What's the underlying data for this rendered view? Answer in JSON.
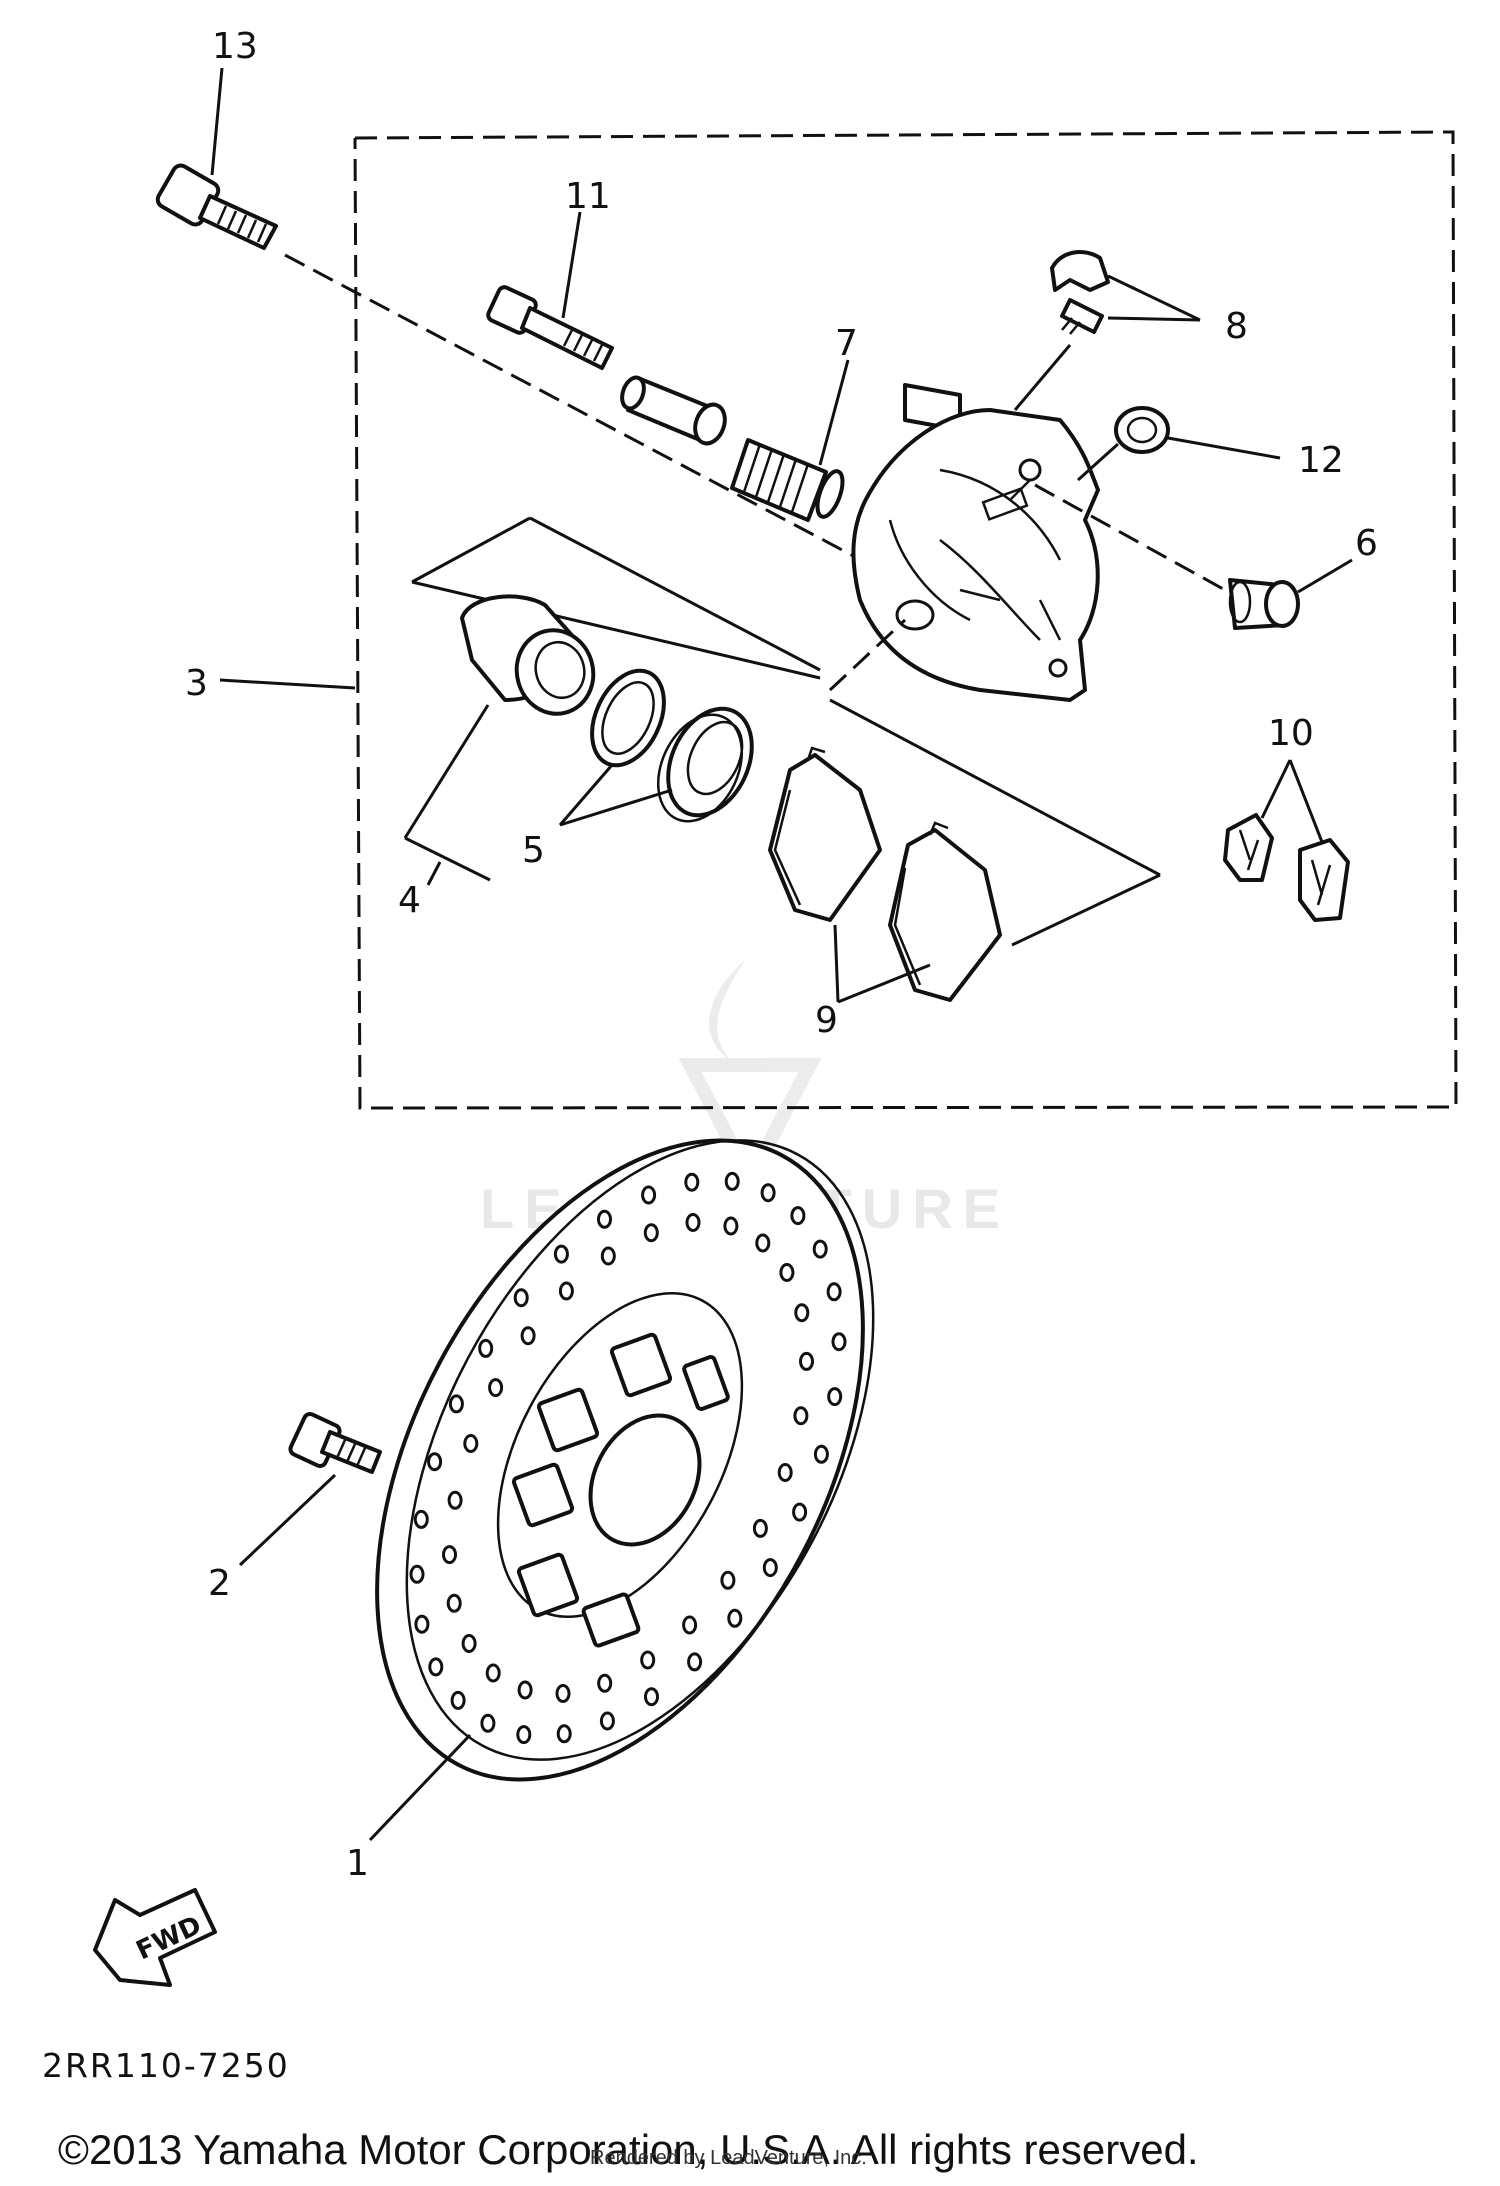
{
  "callouts": {
    "c1": "1",
    "c2": "2",
    "c3": "3",
    "c4": "4",
    "c5": "5",
    "c6": "6",
    "c7": "7",
    "c8": "8",
    "c9": "9",
    "c10": "10",
    "c11": "11",
    "c12": "12",
    "c13": "13"
  },
  "direction_arrow": {
    "label": "FWD"
  },
  "diagram_code": "2RR110-7250",
  "copyright": "©2013 Yamaha Motor Corporation, U.S.A. All rights reserved.",
  "render_credit": "Rendered by LeadVenture, Inc.",
  "watermark": "LEADVENTURE",
  "colors": {
    "line": "#111111",
    "background": "#ffffff",
    "watermark": "#e8e8e8"
  }
}
